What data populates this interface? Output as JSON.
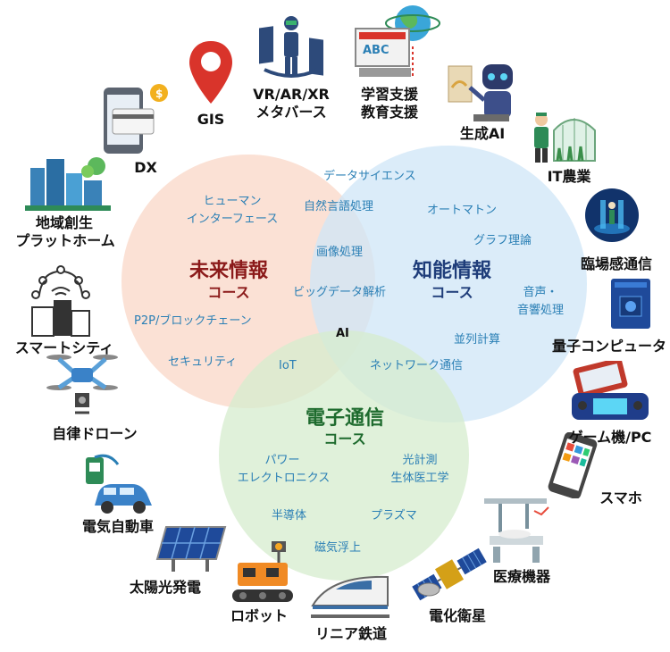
{
  "courses": {
    "mirai": {
      "name": "未来情報",
      "sub": "コース",
      "color": "#8b1a1a"
    },
    "chino": {
      "name": "知能情報",
      "sub": "コース",
      "color": "#1f3d7a"
    },
    "denshi": {
      "name": "電子通信",
      "sub": "コース",
      "color": "#1e6b2e"
    }
  },
  "circle_colors": {
    "mirai": "#f9d7c7",
    "chino": "#cfe6f7",
    "denshi": "#d5eccd"
  },
  "topic_color": "#2a7fb5",
  "topics": {
    "data_science": "データサイエンス",
    "hci_1": "ヒューマン",
    "hci_2": "インターフェース",
    "nlp": "自然言語処理",
    "automaton": "オートマトン",
    "graph": "グラフ理論",
    "image": "画像処理",
    "speech_1": "音声・",
    "speech_2": "音響処理",
    "bigdata": "ビッグデータ解析",
    "p2p": "P2P/ブロックチェーン",
    "ai": "AI",
    "parallel": "並列計算",
    "security": "セキュリティ",
    "iot": "IoT",
    "network": "ネットワーク通信",
    "power_1": "パワー",
    "power_2": "エレクトロニクス",
    "optics_1": "光計測",
    "optics_2": "生体医工学",
    "semi": "半導体",
    "plasma": "プラズマ",
    "maglev": "磁気浮上"
  },
  "applications": {
    "gis": "GIS",
    "vr_1": "VR/AR/XR",
    "vr_2": "メタバース",
    "learn_1": "学習支援",
    "learn_2": "教育支援",
    "genai": "生成AI",
    "dx": "DX",
    "it_agri": "IT農業",
    "regional_1": "地域創生",
    "regional_2": "プラットホーム",
    "immersive": "臨場感通信",
    "smartcity": "スマートシティ",
    "quantum": "量子コンピュータ",
    "drone": "自律ドローン",
    "game": "ゲーム機/PC",
    "ev": "電気自動車",
    "smartphone": "スマホ",
    "solar": "太陽光発電",
    "medical": "医療機器",
    "robot": "ロボット",
    "linear": "リニア鉄道",
    "satellite": "電化衛星"
  },
  "icons": {
    "gis": "map-pin-icon",
    "vr": "vr-person-icon",
    "learn": "computer-globe-icon",
    "genai": "robot-painter-icon",
    "dx": "smartphone-card-icon",
    "it_agri": "farmer-greenhouse-icon",
    "regional": "city-buildings-icon",
    "immersive": "hologram-icon",
    "smartcity": "smart-building-icon",
    "quantum": "quantum-computer-icon",
    "drone": "drone-icon",
    "game": "game-console-icon",
    "ev": "electric-car-icon",
    "smartphone": "smartphone-icon",
    "solar": "solar-panel-icon",
    "medical": "medical-robot-icon",
    "robot": "robot-icon",
    "linear": "maglev-train-icon",
    "satellite": "satellite-icon"
  }
}
